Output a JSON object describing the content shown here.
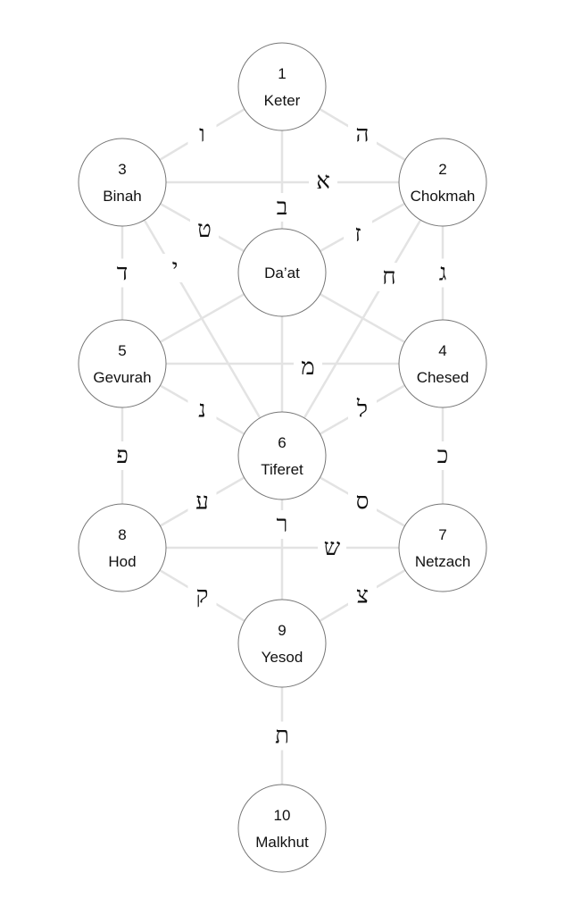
{
  "diagram": {
    "line_color": "#e3e3e3",
    "circle_stroke": "#777777",
    "nodes": [
      {
        "id": "keter",
        "number": "1",
        "name": "Keter"
      },
      {
        "id": "chokmah",
        "number": "2",
        "name": "Chokmah"
      },
      {
        "id": "binah",
        "number": "3",
        "name": "Binah"
      },
      {
        "id": "daat",
        "number": "",
        "name": "Da’at"
      },
      {
        "id": "chesed",
        "number": "4",
        "name": "Chesed"
      },
      {
        "id": "gevurah",
        "number": "5",
        "name": "Gevurah"
      },
      {
        "id": "tiferet",
        "number": "6",
        "name": "Tiferet"
      },
      {
        "id": "netzach",
        "number": "7",
        "name": "Netzach"
      },
      {
        "id": "hod",
        "number": "8",
        "name": "Hod"
      },
      {
        "id": "yesod",
        "number": "9",
        "name": "Yesod"
      },
      {
        "id": "malkhut",
        "number": "10",
        "name": "Malkhut"
      }
    ],
    "paths": [
      {
        "from": "keter",
        "to": "binah",
        "letter": "ו"
      },
      {
        "from": "keter",
        "to": "chokmah",
        "letter": "ה"
      },
      {
        "from": "keter",
        "to": "daat",
        "letter": "ב"
      },
      {
        "from": "binah",
        "to": "chokmah",
        "letter": "א"
      },
      {
        "from": "binah",
        "to": "daat",
        "letter": "ט"
      },
      {
        "from": "chokmah",
        "to": "daat",
        "letter": "ז"
      },
      {
        "from": "binah",
        "to": "gevurah",
        "letter": "ד"
      },
      {
        "from": "chokmah",
        "to": "chesed",
        "letter": "ג"
      },
      {
        "from": "binah",
        "to": "tiferet",
        "letter": "י"
      },
      {
        "from": "chokmah",
        "to": "tiferet",
        "letter": "ח"
      },
      {
        "from": "daat",
        "to": "gevurah",
        "letter": ""
      },
      {
        "from": "daat",
        "to": "chesed",
        "letter": ""
      },
      {
        "from": "daat",
        "to": "tiferet",
        "letter": ""
      },
      {
        "from": "gevurah",
        "to": "chesed",
        "letter": "מ"
      },
      {
        "from": "gevurah",
        "to": "tiferet",
        "letter": "נ"
      },
      {
        "from": "chesed",
        "to": "tiferet",
        "letter": "ל"
      },
      {
        "from": "gevurah",
        "to": "hod",
        "letter": "פ"
      },
      {
        "from": "chesed",
        "to": "netzach",
        "letter": "כ"
      },
      {
        "from": "tiferet",
        "to": "hod",
        "letter": "ע"
      },
      {
        "from": "tiferet",
        "to": "netzach",
        "letter": "ס"
      },
      {
        "from": "tiferet",
        "to": "yesod",
        "letter": "ר"
      },
      {
        "from": "hod",
        "to": "netzach",
        "letter": "ש"
      },
      {
        "from": "hod",
        "to": "yesod",
        "letter": "ק"
      },
      {
        "from": "netzach",
        "to": "yesod",
        "letter": "צ"
      },
      {
        "from": "yesod",
        "to": "malkhut",
        "letter": "ת"
      }
    ]
  }
}
